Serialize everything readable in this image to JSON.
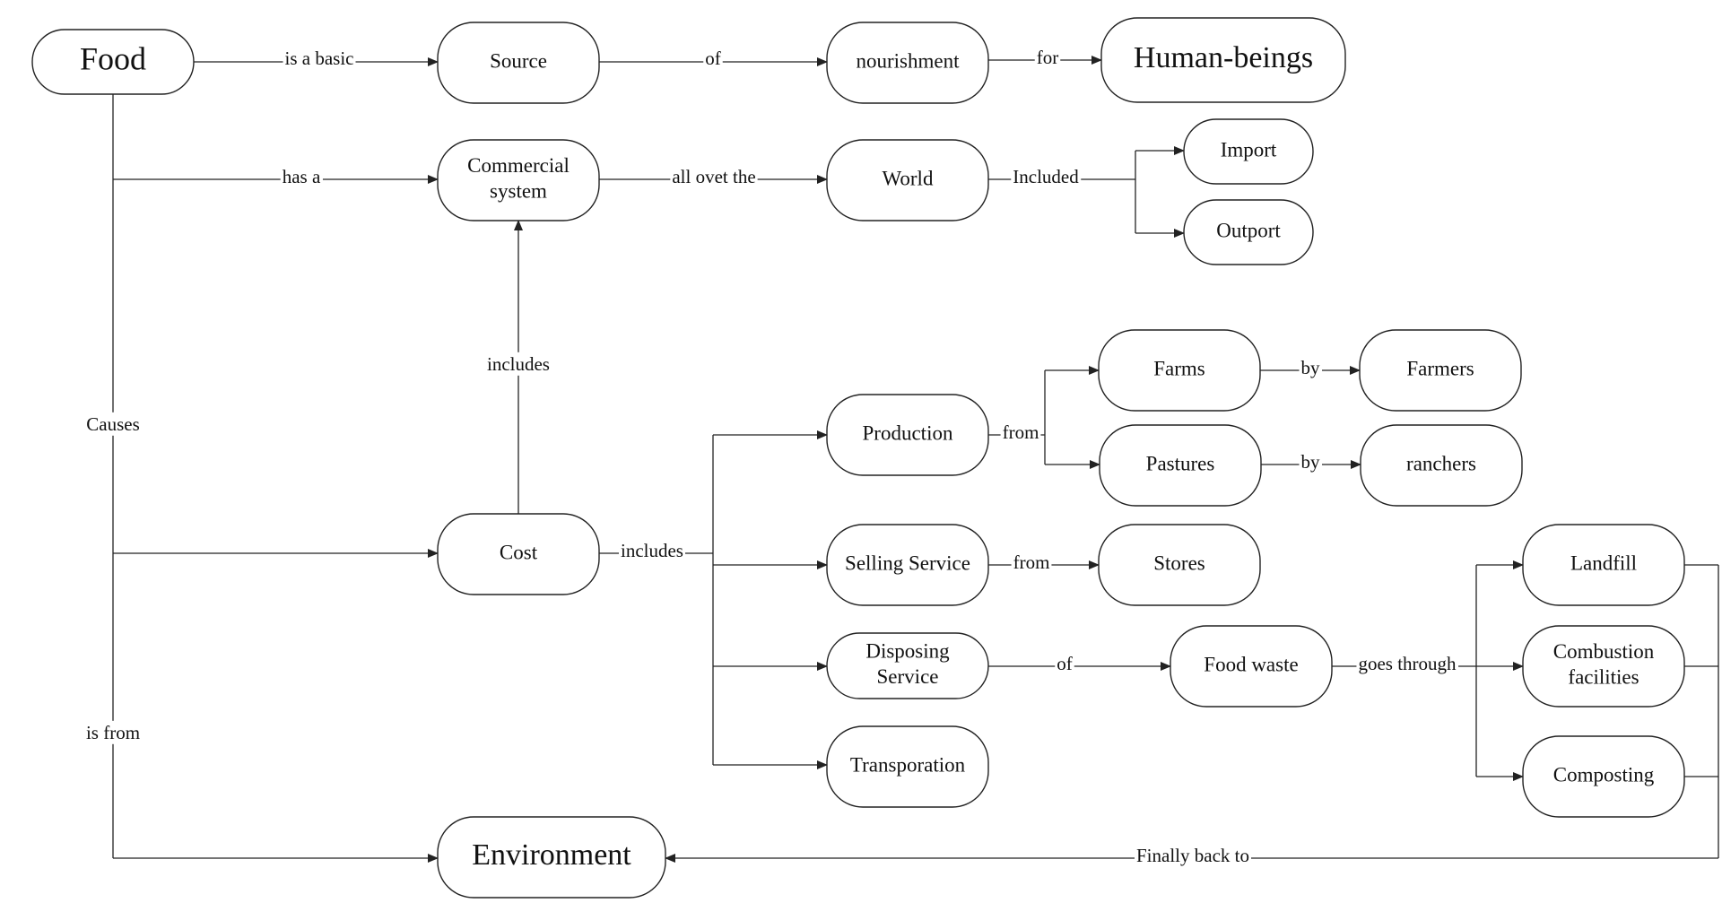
{
  "nodes": {
    "food": "Food",
    "source": "Source",
    "nourishment": "nourishment",
    "human_beings": "Human-beings",
    "commercial_system": [
      "Commercial",
      "system"
    ],
    "world": "World",
    "import": "Import",
    "outport": "Outport",
    "cost": "Cost",
    "production": "Production",
    "farms": "Farms",
    "farmers": "Farmers",
    "pastures": "Pastures",
    "ranchers": "ranchers",
    "selling_service": "Selling Service",
    "stores": "Stores",
    "disposing_service": [
      "Disposing",
      "Service"
    ],
    "food_waste": "Food waste",
    "transporation": "Transporation",
    "landfill": "Landfill",
    "combustion_facilities": [
      "Combustion",
      "facilities"
    ],
    "composting": "Composting",
    "environment": "Environment"
  },
  "edge_labels": {
    "food_source": "is a basic",
    "source_nourishment": "of",
    "nourishment_humans": "for",
    "food_commercial": "has a",
    "commercial_world": "all ovet the",
    "world_trade": "Included",
    "cost_commercial": "includes",
    "food_causes": "Causes",
    "cost_includes": "includes",
    "production_from": "from",
    "farms_by": "by",
    "pastures_by": "by",
    "selling_from": "from",
    "disposing_of": "of",
    "waste_goes_through": "goes through",
    "food_is_from": "is from",
    "finally_back_to": "Finally back to"
  }
}
